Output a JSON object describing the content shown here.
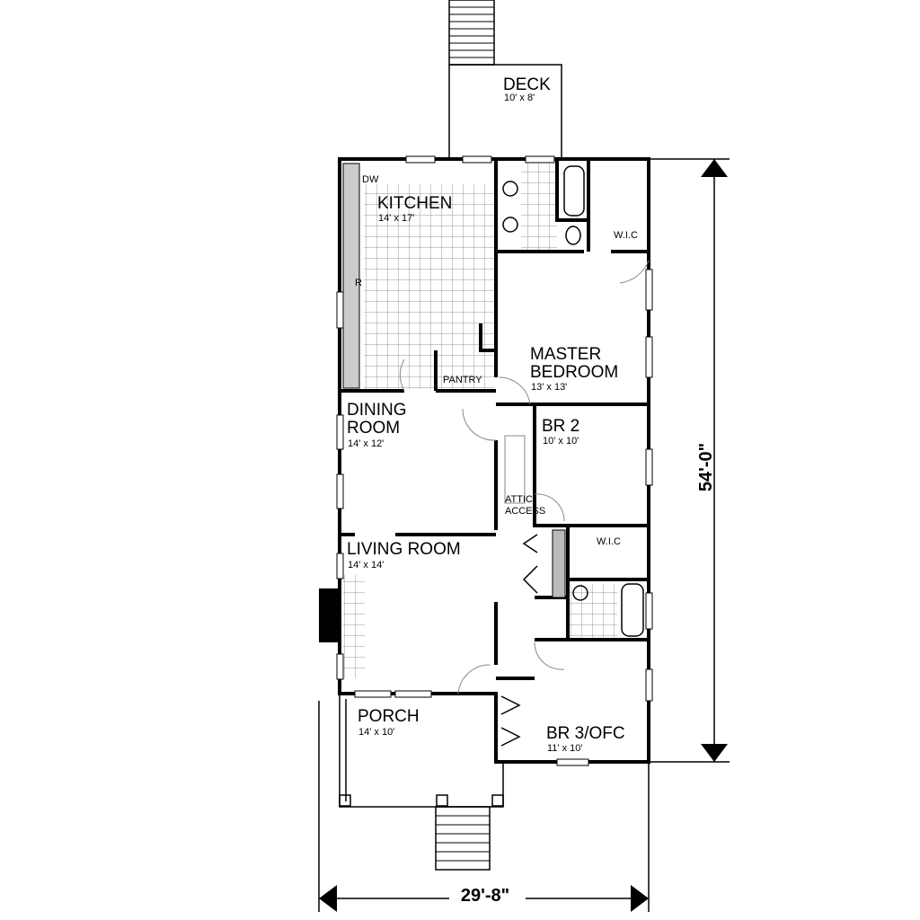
{
  "rooms": {
    "deck": {
      "name": "DECK",
      "size": "10' x 8'"
    },
    "kitchen": {
      "name": "KITCHEN",
      "size": "14' x 17'"
    },
    "master": {
      "name1": "MASTER",
      "name2": "BEDROOM",
      "size": "13' x 13'"
    },
    "pantry": {
      "name": "PANTRY"
    },
    "wic1": {
      "name": "W.I.C"
    },
    "dining": {
      "name1": "DINING",
      "name2": "ROOM",
      "size": "14' x 12'"
    },
    "br2": {
      "name": "BR 2",
      "size": "10' x 10'"
    },
    "attic": {
      "name1": "ATTIC",
      "name2": "ACCESS"
    },
    "wic2": {
      "name": "W.I.C"
    },
    "living": {
      "name": "LIVING ROOM",
      "size": "14' x 14'"
    },
    "porch": {
      "name": "PORCH",
      "size": "14' x 10'"
    },
    "br3": {
      "name": "BR 3/OFC",
      "size": "11' x 10'"
    }
  },
  "appliances": {
    "dishwasher": "DW",
    "refrigerator": "R"
  },
  "dimensions": {
    "depth": "54'-0\"",
    "width": "29'-8\""
  }
}
